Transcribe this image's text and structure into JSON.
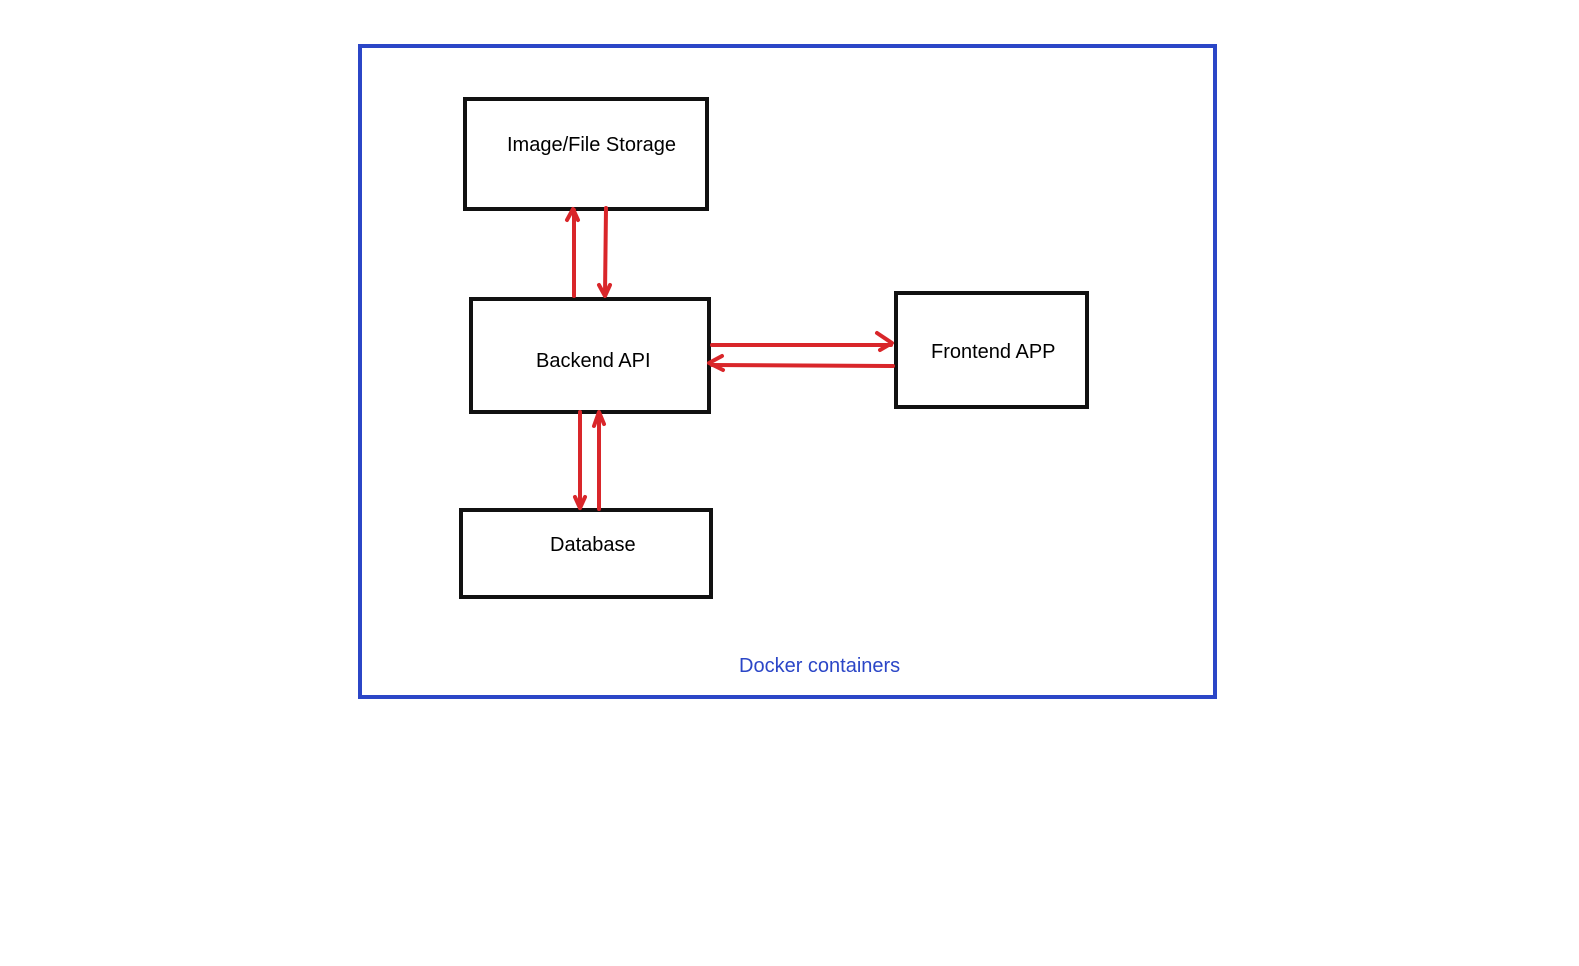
{
  "diagram": {
    "container_label": "Docker containers",
    "nodes": {
      "storage": "Image/File Storage",
      "backend": "Backend API",
      "frontend": "Frontend APP",
      "database": "Database"
    },
    "colors": {
      "container_border": "#2b46c7",
      "node_border": "#111111",
      "arrow": "#d9262a"
    },
    "edges": [
      {
        "from": "backend",
        "to": "storage"
      },
      {
        "from": "storage",
        "to": "backend"
      },
      {
        "from": "backend",
        "to": "frontend"
      },
      {
        "from": "frontend",
        "to": "backend"
      },
      {
        "from": "backend",
        "to": "database"
      },
      {
        "from": "database",
        "to": "backend"
      }
    ]
  }
}
